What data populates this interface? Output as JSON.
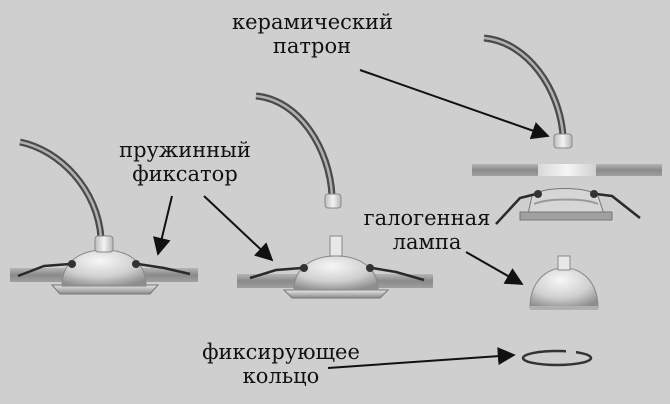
{
  "labels": {
    "ceramic_socket": [
      "керамический",
      "патрон"
    ],
    "spring_clip": [
      "пружинный",
      "фиксатор"
    ],
    "halogen_lamp": [
      "галогенная",
      "лампа"
    ],
    "retaining_ring": [
      "фиксирующее",
      "кольцо"
    ]
  },
  "colors": {
    "background": "#cfcfcf",
    "panel": "#8f8f8f",
    "wire_outer": "#4a4a4a",
    "wire_inner": "#b0b0b0",
    "lamp_light": "#f2f2f2",
    "lamp_dark": "#a8a8a8",
    "arrow": "#111111"
  }
}
